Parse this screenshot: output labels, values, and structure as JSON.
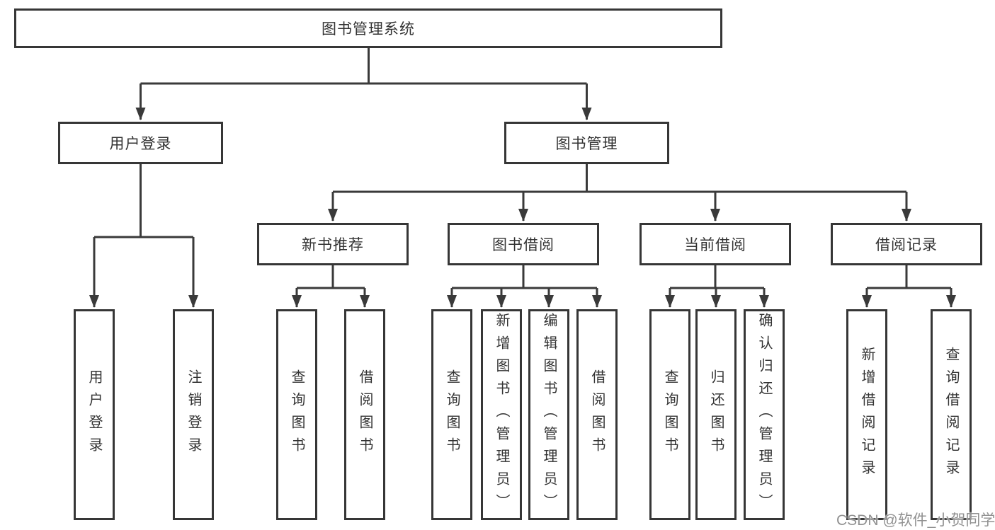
{
  "diagram_title": "图书管理系统",
  "hierarchy": {
    "label": "图书管理系统",
    "children": [
      {
        "label": "用户登录",
        "children": [
          {
            "label": "用户登录"
          },
          {
            "label": "注销登录"
          }
        ]
      },
      {
        "label": "图书管理",
        "children": [
          {
            "label": "新书推荐",
            "children": [
              {
                "label": "查询图书"
              },
              {
                "label": "借阅图书"
              }
            ]
          },
          {
            "label": "图书借阅",
            "children": [
              {
                "label": "查询图书"
              },
              {
                "label": "新增图书（管理员）"
              },
              {
                "label": "编辑图书（管理员）"
              },
              {
                "label": "借阅图书"
              }
            ]
          },
          {
            "label": "当前借阅",
            "children": [
              {
                "label": "查询图书"
              },
              {
                "label": "归还图书"
              },
              {
                "label": "确认归还（管理员）"
              }
            ]
          },
          {
            "label": "借阅记录",
            "children": [
              {
                "label": "新增借阅记录"
              },
              {
                "label": "查询借阅记录"
              }
            ]
          }
        ]
      }
    ]
  },
  "watermark": "CSDN @软件_小贺同学",
  "colors": {
    "line": "#3a3a3a",
    "box_border": "#363636",
    "text": "#333333",
    "watermark_text": "#919191",
    "background": "#ffffff"
  }
}
